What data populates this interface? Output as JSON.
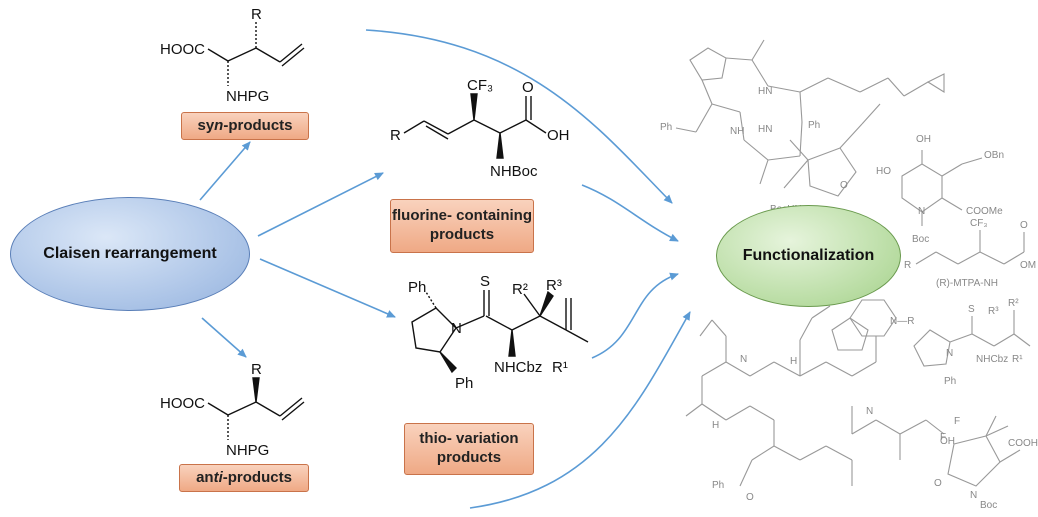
{
  "nodes": {
    "claisen": "Claisen rearrangement",
    "functionalization": "Functionalization"
  },
  "tags": {
    "syn_prefix": "sy",
    "syn_italic": "n",
    "syn_suffix": "-products",
    "anti_prefix": "an",
    "anti_italic": "ti",
    "anti_suffix": "-products",
    "fluoro_line1": "fluorine- containing",
    "fluoro_line2": "products",
    "thio_line1": "thio- variation",
    "thio_line2": "products"
  },
  "structures": {
    "syn": {
      "R": "R",
      "acid": "HOOC",
      "amine": "NHPG"
    },
    "anti": {
      "R": "R",
      "acid": "HOOC",
      "amine": "NHPG"
    },
    "fluoro": {
      "R": "R",
      "cf3": "CF₃",
      "O": "O",
      "OH": "OH",
      "amine": "NHBoc"
    },
    "thio": {
      "Ph1": "Ph",
      "Ph2": "Ph",
      "N": "N",
      "S": "S",
      "R2": "R²",
      "R3": "R³",
      "amine": "NHCbz",
      "R1": "R¹"
    }
  },
  "targets": {
    "ph": "Ph",
    "nh1": "NH",
    "nh2": "HN",
    "hn1": "HN",
    "ph2": "Ph",
    "bochn": "BocHN",
    "o1": "O",
    "o2": "O",
    "oh": "OH",
    "obn": "OBn",
    "ho": "HO",
    "n": "N",
    "boc": "Boc",
    "coome": "COOMe",
    "cf3": "CF₃",
    "o3": "O",
    "om": "OM",
    "r": "R",
    "mtpa": "(R)-MTPA-NH",
    "s": "S",
    "r3": "R³",
    "r2": "R²",
    "n2": "N",
    "ph3": "Ph",
    "nhcbz": "NHCbz",
    "r1": "R¹",
    "nr": "N—R",
    "n3": "N",
    "h1": "H",
    "h2": "H",
    "n4": "N",
    "oh2": "OH",
    "ph4": "Ph",
    "ome": "O",
    "f1": "F",
    "f2": "F",
    "cooh": "COOH",
    "o4": "O",
    "n5": "N",
    "boc2": "Boc"
  }
}
